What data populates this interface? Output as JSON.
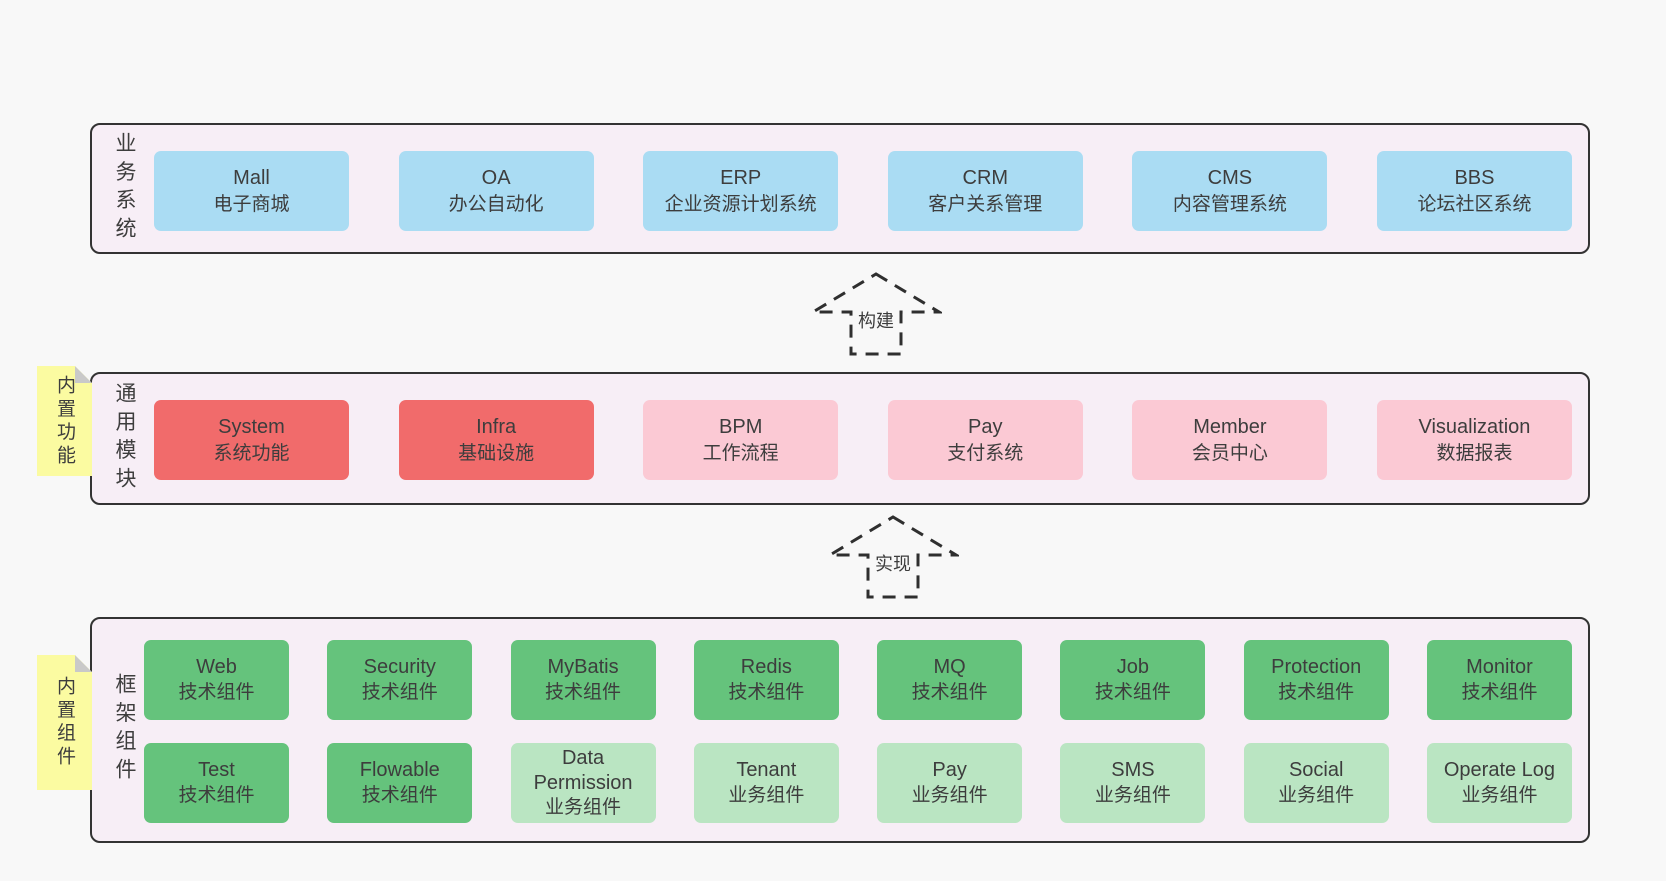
{
  "colors": {
    "page_bg": "#f8f8f8",
    "layer_bg": "#f7eef6",
    "layer_border": "#333333",
    "text": "#3d3d3d",
    "blue": "#aadcf3",
    "red": "#f16b6b",
    "pink": "#fbc9d4",
    "green": "#65c37c",
    "light_green": "#bae5c2",
    "note_yellow": "#fbfba1",
    "note_fold": "#c9c9c9",
    "arrow_stroke": "#2f2f2f"
  },
  "layers": {
    "business": {
      "label": "业务系统",
      "boxes": [
        {
          "title": "Mall",
          "subtitle": "电子商城",
          "color": "blue"
        },
        {
          "title": "OA",
          "subtitle": "办公自动化",
          "color": "blue"
        },
        {
          "title": "ERP",
          "subtitle": "企业资源计划系统",
          "color": "blue"
        },
        {
          "title": "CRM",
          "subtitle": "客户关系管理",
          "color": "blue"
        },
        {
          "title": "CMS",
          "subtitle": "内容管理系统",
          "color": "blue"
        },
        {
          "title": "BBS",
          "subtitle": "论坛社区系统",
          "color": "blue"
        }
      ]
    },
    "modules": {
      "label": "通用模块",
      "note": "内置功能",
      "boxes": [
        {
          "title": "System",
          "subtitle": "系统功能",
          "color": "red"
        },
        {
          "title": "Infra",
          "subtitle": "基础设施",
          "color": "red"
        },
        {
          "title": "BPM",
          "subtitle": "工作流程",
          "color": "pink"
        },
        {
          "title": "Pay",
          "subtitle": "支付系统",
          "color": "pink"
        },
        {
          "title": "Member",
          "subtitle": "会员中心",
          "color": "pink"
        },
        {
          "title": "Visualization",
          "subtitle": "数据报表",
          "color": "pink"
        }
      ]
    },
    "framework": {
      "label": "框架组件",
      "note": "内置组件",
      "rows": [
        [
          {
            "title": "Web",
            "subtitle": "技术组件",
            "color": "green"
          },
          {
            "title": "Security",
            "subtitle": "技术组件",
            "color": "green"
          },
          {
            "title": "MyBatis",
            "subtitle": "技术组件",
            "color": "green"
          },
          {
            "title": "Redis",
            "subtitle": "技术组件",
            "color": "green"
          },
          {
            "title": "MQ",
            "subtitle": "技术组件",
            "color": "green"
          },
          {
            "title": "Job",
            "subtitle": "技术组件",
            "color": "green"
          },
          {
            "title": "Protection",
            "subtitle": "技术组件",
            "color": "green"
          },
          {
            "title": "Monitor",
            "subtitle": "技术组件",
            "color": "green"
          }
        ],
        [
          {
            "title": "Test",
            "subtitle": "技术组件",
            "color": "green"
          },
          {
            "title": "Flowable",
            "subtitle": "技术组件",
            "color": "green"
          },
          {
            "title": "Data Permission",
            "subtitle": "业务组件",
            "color": "light_green"
          },
          {
            "title": "Tenant",
            "subtitle": "业务组件",
            "color": "light_green"
          },
          {
            "title": "Pay",
            "subtitle": "业务组件",
            "color": "light_green"
          },
          {
            "title": "SMS",
            "subtitle": "业务组件",
            "color": "light_green"
          },
          {
            "title": "Social",
            "subtitle": "业务组件",
            "color": "light_green"
          },
          {
            "title": "Operate Log",
            "subtitle": "业务组件",
            "color": "light_green"
          }
        ]
      ]
    }
  },
  "arrows": [
    {
      "label": "构建"
    },
    {
      "label": "实现"
    }
  ]
}
